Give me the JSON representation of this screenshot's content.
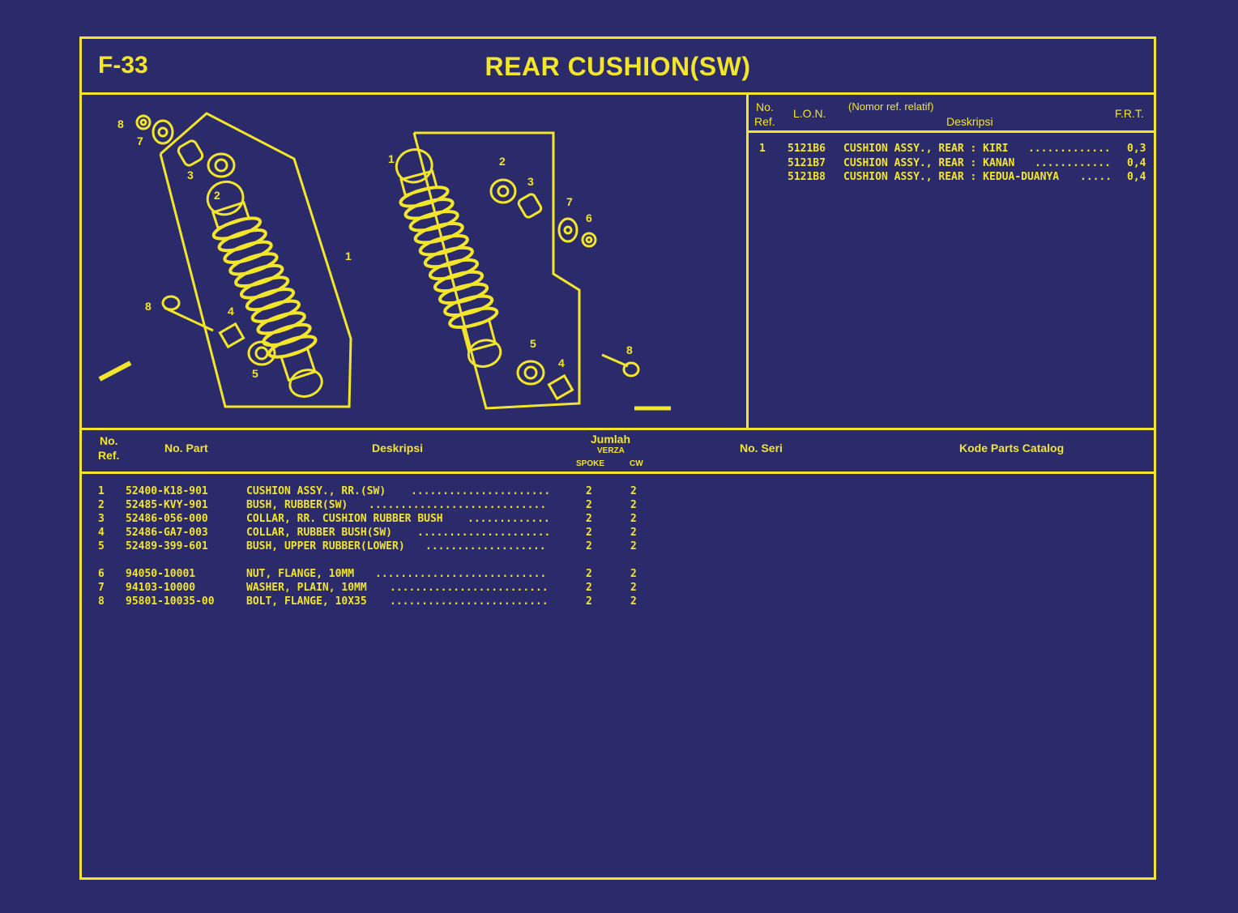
{
  "header": {
    "code": "F-33",
    "title": "REAR CUSHION(SW)"
  },
  "lon_table": {
    "headers": {
      "no_ref_1": "No.",
      "no_ref_2": "Ref.",
      "lon": "L.O.N.",
      "nomor_ref": "(Nomor ref. relatif)",
      "deskripsi": "Deskripsi",
      "frt": "F.R.T."
    },
    "rows": [
      {
        "ref": "1",
        "lon": "5121B6",
        "desc": "CUSHION ASSY., REAR : KIRI",
        "dots": ".............",
        "frt": "0,3"
      },
      {
        "ref": "",
        "lon": "5121B7",
        "desc": "CUSHION ASSY., REAR : KANAN",
        "dots": "............",
        "frt": "0,4"
      },
      {
        "ref": "",
        "lon": "5121B8",
        "desc": "CUSHION ASSY., REAR : KEDUA-DUANYA",
        "dots": ".....",
        "frt": "0,4"
      }
    ]
  },
  "parts_table": {
    "headers": {
      "no_ref_1": "No.",
      "no_ref_2": "Ref.",
      "no_part": "No. Part",
      "deskripsi": "Deskripsi",
      "jumlah": "Jumlah",
      "verza": "VERZA",
      "spoke": "SPOKE",
      "cw": "CW",
      "no_seri": "No. Seri",
      "kode": "Kode Parts Catalog"
    },
    "rows": [
      {
        "ref": "1",
        "part": "52400-K18-901",
        "desc": "CUSHION ASSY., RR.(SW)",
        "dots": "......................",
        "spoke": "2",
        "cw": "2"
      },
      {
        "ref": "2",
        "part": "52485-KVY-901",
        "desc": "BUSH, RUBBER(SW)",
        "dots": "............................",
        "spoke": "2",
        "cw": "2"
      },
      {
        "ref": "3",
        "part": "52486-056-000",
        "desc": "COLLAR, RR. CUSHION RUBBER BUSH",
        "dots": ".............",
        "spoke": "2",
        "cw": "2"
      },
      {
        "ref": "4",
        "part": "52486-GA7-003",
        "desc": "COLLAR, RUBBER BUSH(SW)",
        "dots": ".....................",
        "spoke": "2",
        "cw": "2"
      },
      {
        "ref": "5",
        "part": "52489-399-601",
        "desc": "BUSH, UPPER RUBBER(LOWER)",
        "dots": "...................",
        "spoke": "2",
        "cw": "2"
      },
      {
        "ref": "6",
        "part": "94050-10001",
        "desc": "NUT, FLANGE, 10MM",
        "dots": "...........................",
        "spoke": "2",
        "cw": "2"
      },
      {
        "ref": "7",
        "part": "94103-10000",
        "desc": "WASHER, PLAIN, 10MM",
        "dots": ".........................",
        "spoke": "2",
        "cw": "2"
      },
      {
        "ref": "8",
        "part": "95801-10035-00",
        "desc": "BOLT, FLANGE, 10X35",
        "dots": ".........................",
        "spoke": "2",
        "cw": "2"
      }
    ]
  },
  "diagram": {
    "callouts": [
      "1",
      "2",
      "3",
      "4",
      "5",
      "6",
      "7",
      "8"
    ],
    "colors": {
      "background": "#2b2b6b",
      "line": "#f2e52a"
    }
  }
}
